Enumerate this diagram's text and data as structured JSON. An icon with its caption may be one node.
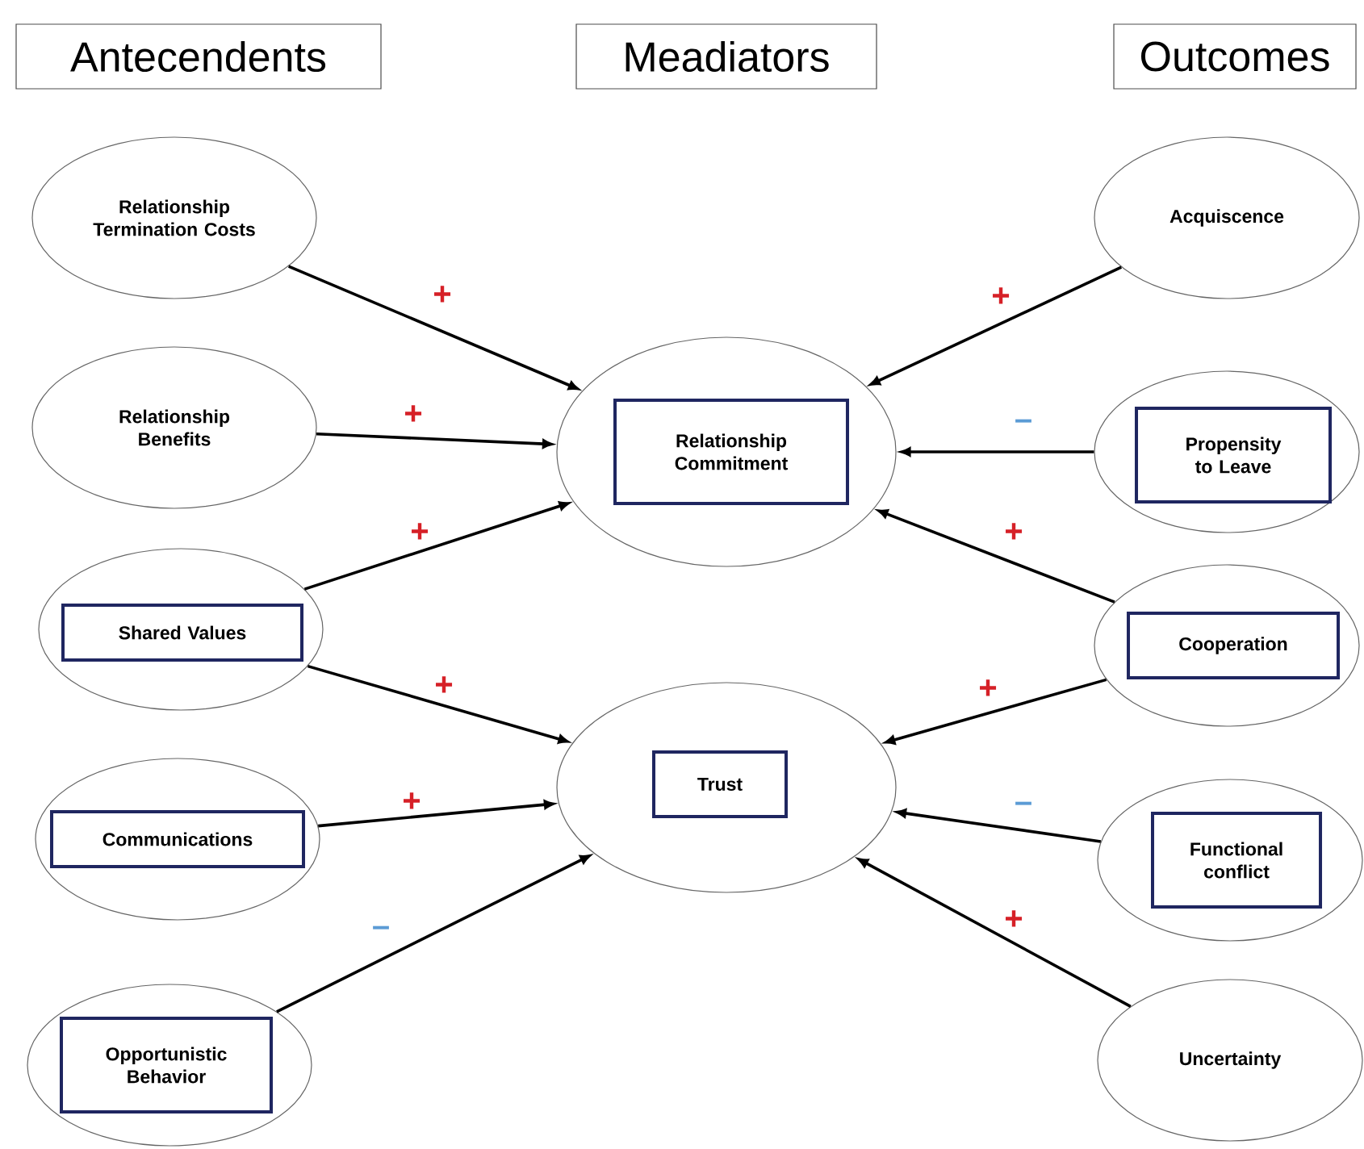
{
  "diagram": {
    "nodes": [
      {
        "text": [
          "Antecendents"
        ]
      },
      {
        "text": [
          "Meadiators"
        ]
      },
      {
        "text": [
          "Outcomes"
        ]
      },
      {
        "text": [
          "Relationship Termination Costs"
        ]
      },
      {
        "text": [
          "Relationship Benefits"
        ]
      },
      {
        "text": [],
        "shape": "ellipse"
      },
      {
        "text": [
          "Shared Values"
        ],
        "in": 5
      },
      {
        "text": [],
        "shape": "ellipse"
      },
      {
        "text": [
          "Communications"
        ],
        "in": 7
      },
      {
        "text": [],
        "shape": "ellipse"
      },
      {
        "text": [
          "Opportunistic Behavior"
        ],
        "in": 9
      },
      {
        "text": [],
        "shape": "ellipse"
      },
      {
        "text": [
          "Relationship Commitment"
        ],
        "in": 11
      },
      {
        "text": [],
        "shape": "ellipse"
      },
      {
        "text": [
          "Trust"
        ],
        "in": 13
      },
      {
        "text": [
          "Acquiscence"
        ]
      },
      {
        "text": [],
        "shape": "ellipse"
      },
      {
        "text": [
          "Propensity to Leave"
        ],
        "in": 16
      },
      {
        "text": [],
        "shape": "ellipse"
      },
      {
        "text": [
          "Cooperation"
        ],
        "in": 18
      },
      {
        "text": [],
        "shape": "ellipse"
      },
      {
        "text": [
          "Functional conflict"
        ],
        "in": 20
      },
      {
        "text": [
          "Uncertainty"
        ]
      }
    ],
    "edges": [
      {
        "from": 3,
        "to": 11,
        "arrow": "to",
        "label": "+"
      },
      {
        "from": 4,
        "to": 11,
        "arrow": "to",
        "label": "+"
      },
      {
        "from": 5,
        "to": 11,
        "arrow": "to",
        "label": "+"
      },
      {
        "from": 5,
        "to": 13,
        "arrow": "to",
        "label": "+"
      },
      {
        "from": 7,
        "to": 13,
        "arrow": "to",
        "label": "+"
      },
      {
        "from": 9,
        "to": 13,
        "arrow": "to",
        "label": "–"
      },
      {
        "from": 15,
        "to": 11,
        "arrow": "to",
        "label": "+"
      },
      {
        "from": 16,
        "to": 11,
        "arrow": "to",
        "label": "–"
      },
      {
        "from": 18,
        "to": 11,
        "arrow": "to",
        "label": "+"
      },
      {
        "from": 18,
        "to": 13,
        "arrow": "to",
        "label": "+"
      },
      {
        "from": 20,
        "to": 13,
        "arrow": "to",
        "label": "–"
      },
      {
        "from": 22,
        "to": 13,
        "arrow": "to",
        "label": "+"
      }
    ]
  }
}
